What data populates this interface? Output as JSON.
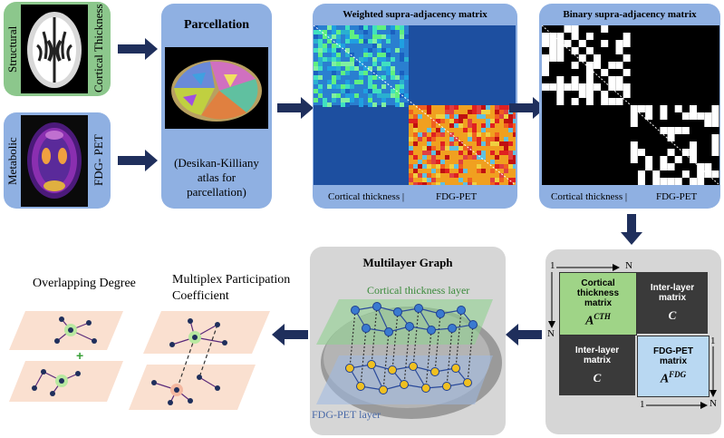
{
  "inputs": {
    "structural_label": "Structural",
    "cortical_label": "Cortical Thickness",
    "metabolic_label": "Metabolic",
    "fdg_label": "FDG- PET"
  },
  "parcellation": {
    "title": "Parcellation",
    "caption": "(Desikan-Killiany atlas for parcellation)"
  },
  "weighted": {
    "title": "Weighted supra-adjacency matrix",
    "label_left": "Cortical thickness |",
    "label_right": "FDG-PET"
  },
  "binary": {
    "title": "Binary supra-adjacency matrix",
    "label_left": "Cortical thickness |",
    "label_right": "FDG-PET"
  },
  "block_matrix": {
    "top_one": "1",
    "top_n": "N",
    "left_n": "N",
    "right_one": "1",
    "bottom_one": "1",
    "bottom_n": "N",
    "cth_title": "Cortical thickness matrix",
    "cth_symbol": "A",
    "cth_sup": "CTH",
    "inter1_title": "Inter-layer matrix",
    "inter1_symbol": "C",
    "inter2_title": "Inter-layer matrix",
    "inter2_symbol": "C",
    "fdg_title": "FDG-PET matrix",
    "fdg_symbol": "A",
    "fdg_sup": "FDG"
  },
  "multilayer": {
    "title": "Multilayer Graph",
    "cortical_layer": "Cortical thickness layer",
    "fdg_layer": "FDG-PET layer"
  },
  "measures": {
    "overlapping": "Overlapping Degree",
    "multiplex": "Multiplex Participation Coefficient",
    "plus": "+"
  },
  "colors": {
    "panel_blue": "#8fb0e2",
    "panel_green": "#8cc78c",
    "panel_gray": "#d6d6d6",
    "arrow": "#1f2f5c",
    "cth_cell": "#9fd487",
    "fdg_cell": "#b9d8f2",
    "inter_cell": "#3a3a3a"
  }
}
